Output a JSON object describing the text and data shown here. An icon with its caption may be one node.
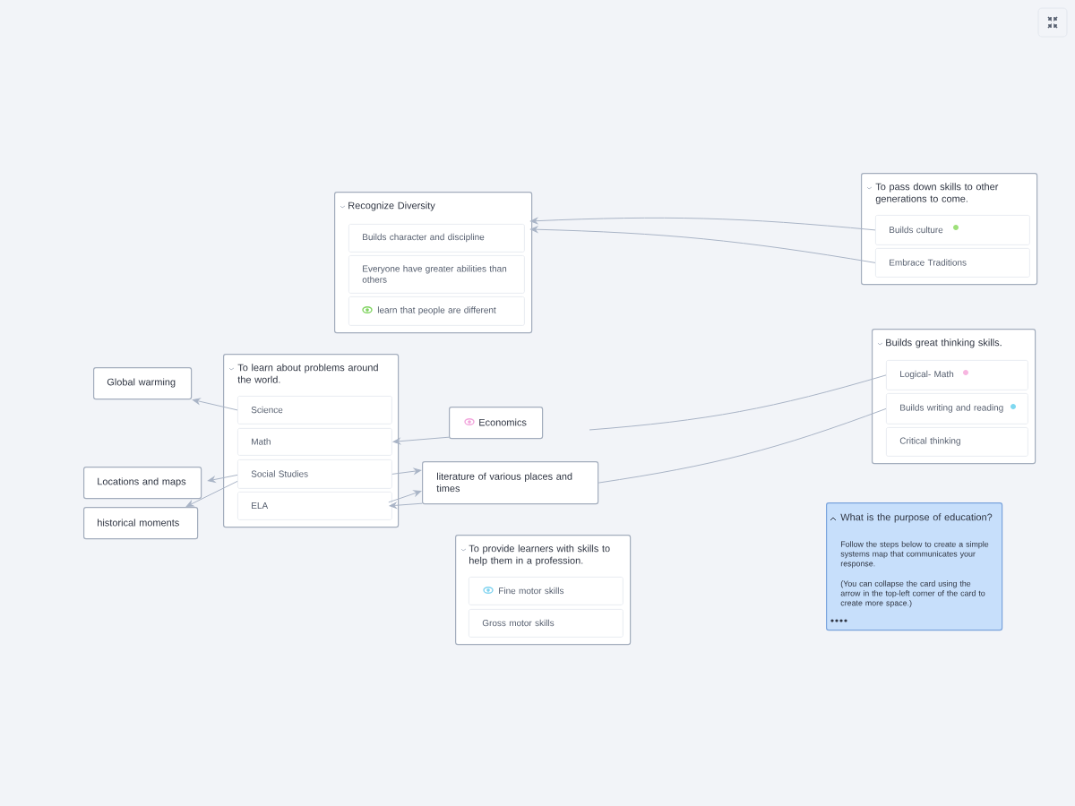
{
  "diagram": {
    "nodes": [
      {
        "text": [
          "Recognize Diversity"
        ]
      },
      {
        "text": [
          "Builds character and discipline"
        ],
        "in": 0
      },
      {
        "text": [
          "Everyone have greater abilities than others"
        ],
        "in": 0
      },
      {
        "text": [
          "learn that people are different"
        ],
        "in": 0
      },
      {
        "text": [
          "To pass down skills to other generations to come."
        ]
      },
      {
        "text": [
          "Builds culture"
        ],
        "in": 4
      },
      {
        "text": [
          "Embrace Traditions"
        ],
        "in": 4
      },
      {
        "text": [
          "Builds great thinking skills."
        ]
      },
      {
        "text": [
          "Logical- Math"
        ],
        "in": 7
      },
      {
        "text": [
          "Builds writing and reading"
        ],
        "in": 7
      },
      {
        "text": [
          "Critical thinking"
        ],
        "in": 7
      },
      {
        "text": [
          "Global warming"
        ]
      },
      {
        "text": [
          "To learn about problems around the world."
        ]
      },
      {
        "text": [
          "Science"
        ],
        "in": 12
      },
      {
        "text": [
          "Math"
        ],
        "in": 12
      },
      {
        "text": [
          "Social Studies"
        ],
        "in": 12
      },
      {
        "text": [
          "ELA"
        ],
        "in": 12
      },
      {
        "text": [
          "Economics"
        ]
      },
      {
        "text": [
          "Locations and maps"
        ]
      },
      {
        "text": [
          "historical moments"
        ]
      },
      {
        "text": [
          "literature of various places and times"
        ]
      },
      {
        "text": [
          "To provide learners with skills to help them in a profession."
        ]
      },
      {
        "text": [
          "Fine motor skills"
        ],
        "in": 21
      },
      {
        "text": [
          "Gross motor skills"
        ],
        "in": 21
      },
      {
        "text": [
          "What is the purpose of education?",
          "Follow the steps below to create a simple systems map that communicates your response.",
          "(You can collapse the card using the arrow in the top-left corner of the card to create more space.)"
        ]
      }
    ],
    "edges": [
      {
        "from": 5,
        "to": 0,
        "arrow": "to"
      },
      {
        "from": 6,
        "to": 0,
        "arrow": "to"
      },
      {
        "from": 13,
        "to": 11,
        "arrow": "to"
      },
      {
        "from": 17,
        "to": 14,
        "arrow": "to"
      },
      {
        "from": 15,
        "to": 18,
        "arrow": "to"
      },
      {
        "from": 15,
        "to": 19,
        "arrow": "to"
      },
      {
        "from": 15,
        "to": 20,
        "arrow": "to"
      },
      {
        "from": 16,
        "to": 20,
        "arrow": "to"
      },
      {
        "from": 20,
        "to": 16,
        "arrow": "to"
      },
      {
        "from": null,
        "to": 8,
        "arrow": "none"
      },
      {
        "from": 20,
        "to": 9,
        "arrow": "none"
      }
    ]
  }
}
